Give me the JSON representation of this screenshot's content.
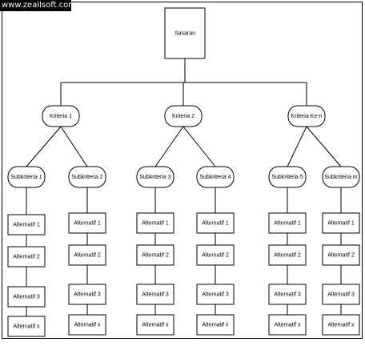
{
  "watermark": "www.zeallsoft.com",
  "root": {
    "label": "Sasaran"
  },
  "criteria": [
    {
      "label": "Kriteria 1"
    },
    {
      "label": "Kriteria 2"
    },
    {
      "label": "Kriteria Ke-n"
    }
  ],
  "subcriteria": [
    {
      "label": "Subkriteria 1",
      "alternatives": [
        "Alternatif 1",
        "Alternatif 2",
        "Alternatif 3",
        "Alternatif x"
      ]
    },
    {
      "label": "Subkriteria 2",
      "alternatives": [
        "Alternatif 1",
        "Alternatif 2",
        "Alternatif 3",
        "Alternatif x"
      ]
    },
    {
      "label": "Subkriteria 3",
      "alternatives": [
        "Alternatif 1",
        "Alternatif 2",
        "Alternatif 3",
        "Alternatif x"
      ]
    },
    {
      "label": "Subkriteria 4",
      "alternatives": [
        "Alternatif 1",
        "Alternatif 2",
        "Alternatif 3",
        "Alternatif x"
      ]
    },
    {
      "label": "Subkriteria 5",
      "alternatives": [
        "Alternatif 1",
        "Alternatif 2",
        "Alternatif 3",
        "Alternatif x"
      ]
    },
    {
      "label": "Subkriteria m",
      "alternatives": [
        "Alternatif 1",
        "Alternatif 2",
        "Alternatif 3",
        "Alternatif x"
      ]
    }
  ]
}
